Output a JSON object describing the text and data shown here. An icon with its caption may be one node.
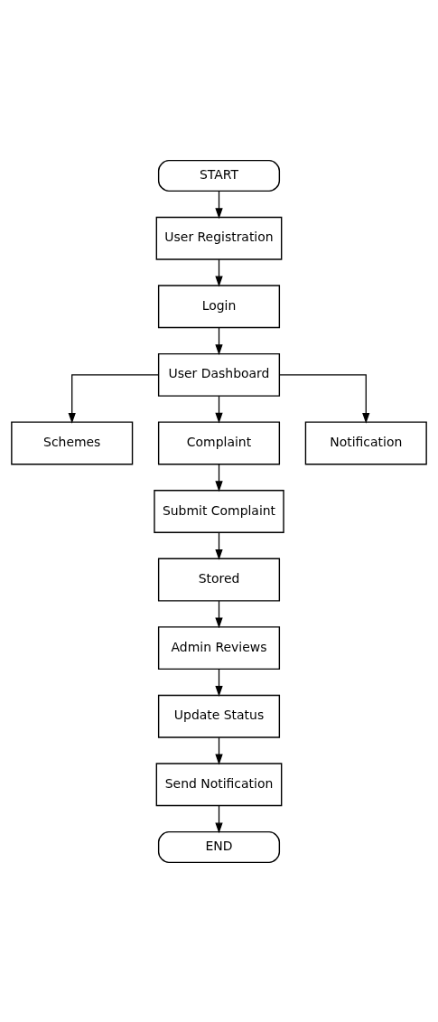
{
  "diagram": {
    "nodes": [
      {
        "text": [
          "START"
        ]
      },
      {
        "text": [
          "User Registration"
        ]
      },
      {
        "text": [
          "Login"
        ]
      },
      {
        "text": [
          "User Dashboard"
        ]
      },
      {
        "text": [
          "Schemes"
        ]
      },
      {
        "text": [
          "Complaint"
        ]
      },
      {
        "text": [
          "Notification"
        ]
      },
      {
        "text": [
          "Submit Complaint"
        ]
      },
      {
        "text": [
          "Stored"
        ]
      },
      {
        "text": [
          "Admin Reviews"
        ]
      },
      {
        "text": [
          "Update Status"
        ]
      },
      {
        "text": [
          "Send Notification"
        ]
      },
      {
        "text": [
          "END"
        ]
      }
    ],
    "edges": [
      {
        "from": 0,
        "to": 1,
        "arrow": "to"
      },
      {
        "from": 1,
        "to": 2,
        "arrow": "to"
      },
      {
        "from": 2,
        "to": 3,
        "arrow": "to"
      },
      {
        "from": 3,
        "to": 4,
        "arrow": "to"
      },
      {
        "from": 3,
        "to": 5,
        "arrow": "to"
      },
      {
        "from": 3,
        "to": 6,
        "arrow": "to"
      },
      {
        "from": 5,
        "to": 7,
        "arrow": "to"
      },
      {
        "from": 7,
        "to": 8,
        "arrow": "to"
      },
      {
        "from": 8,
        "to": 9,
        "arrow": "to"
      },
      {
        "from": 9,
        "to": 10,
        "arrow": "to"
      },
      {
        "from": 10,
        "to": 11,
        "arrow": "to"
      },
      {
        "from": 11,
        "to": 12,
        "arrow": "to"
      }
    ]
  }
}
